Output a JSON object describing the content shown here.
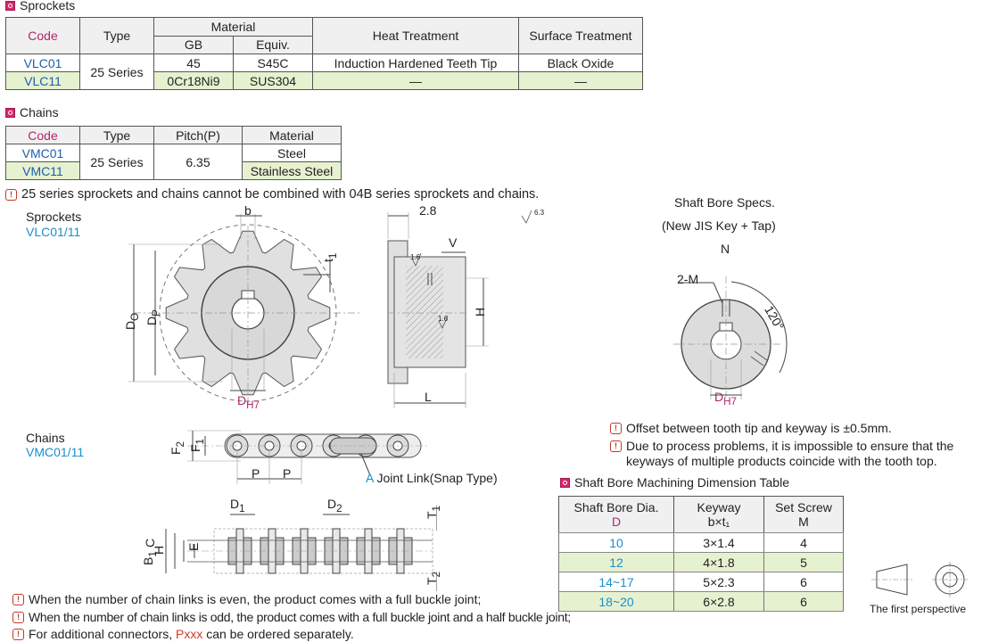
{
  "sprockets_section": {
    "title": "Sprockets",
    "headers": {
      "code": "Code",
      "type": "Type",
      "material": "Material",
      "gb": "GB",
      "equiv": "Equiv.",
      "heat": "Heat Treatment",
      "surface": "Surface Treatment"
    },
    "rows": [
      {
        "code": "VLC01",
        "type": "25 Series",
        "gb": "45",
        "equiv": "S45C",
        "heat": "Induction Hardened Teeth Tip",
        "surface": "Black Oxide"
      },
      {
        "code": "VLC11",
        "gb": "0Cr18Ni9",
        "equiv": "SUS304",
        "heat": "—",
        "surface": "—"
      }
    ]
  },
  "chains_section": {
    "title": "Chains",
    "headers": {
      "code": "Code",
      "type": "Type",
      "pitch": "Pitch(P)",
      "material": "Material"
    },
    "rows": [
      {
        "code": "VMC01",
        "type": "25 Series",
        "pitch": "6.35",
        "material": "Steel"
      },
      {
        "code": "VMC11",
        "material": "Stainless Steel"
      }
    ]
  },
  "warning_combine": "25 series sprockets and chains cannot be combined with 04B series sprockets and chains.",
  "sprocket_drawing": {
    "title": "Sprockets",
    "code": "VLC01/11",
    "labels": {
      "b": "b",
      "t1": "t",
      "t1_sub": "1",
      "do": "D",
      "do_sub": "O",
      "dp": "D",
      "dp_sub": "P",
      "dh7": "D",
      "dh7_sub": "H7"
    },
    "side_labels": {
      "w": "2.8",
      "v": "V",
      "h": "H",
      "l": "L",
      "r1": "1.6",
      "r2": "1.6",
      "r3": "6.3"
    }
  },
  "shaft_bore": {
    "title": "Shaft Bore Specs.",
    "subtitle": "(New JIS Key + Tap)",
    "n": "N",
    "m_label": "2-M",
    "angle": "120°",
    "dh7": "D",
    "dh7_sub": "H7"
  },
  "chain_drawing": {
    "title": "Chains",
    "code": "VMC01/11",
    "labels": {
      "f2": "F",
      "f2_sub": "2",
      "f1": "F",
      "f1_sub": "1",
      "p": "P",
      "joint_a": "A",
      "joint_text": " Joint Link(Snap Type)",
      "d1": "D",
      "d1_sub": "1",
      "d2": "D",
      "d2_sub": "2",
      "b1": "B",
      "b1_sub": "1",
      "c": "C",
      "h": "H",
      "e": "E",
      "t1": "T",
      "t1_sub": "1",
      "t2": "T",
      "t2_sub": "2"
    }
  },
  "notes_right": [
    "Offset between tooth tip and keyway is ±0.5mm.",
    "Due to process problems, it is impossible to ensure that the keyways of multiple products coincide with the tooth top."
  ],
  "bore_table": {
    "title": "Shaft Bore Machining Dimension Table",
    "headers": [
      {
        "l1": "Shaft Bore Dia.",
        "l2": "D"
      },
      {
        "l1": "Keyway",
        "l2": "b×t₁"
      },
      {
        "l1": "Set Screw",
        "l2": "M"
      }
    ],
    "rows": [
      {
        "d": "10",
        "k": "3×1.4",
        "m": "4"
      },
      {
        "d": "12",
        "k": "4×1.8",
        "m": "5"
      },
      {
        "d": "14~17",
        "k": "5×2.3",
        "m": "6"
      },
      {
        "d": "18~20",
        "k": "6×2.8",
        "m": "6"
      }
    ]
  },
  "projection_label": "The first perspective",
  "notes_bottom": [
    {
      "text": "When the number of chain links is even, the product comes with a full buckle joint;"
    },
    {
      "text": "When the number of chain links is odd, the product comes with a full buckle joint and a half buckle joint;"
    },
    {
      "pre": "For additional connectors, ",
      "highlight": "Pxxx",
      "post": " can be ordered separately."
    }
  ]
}
